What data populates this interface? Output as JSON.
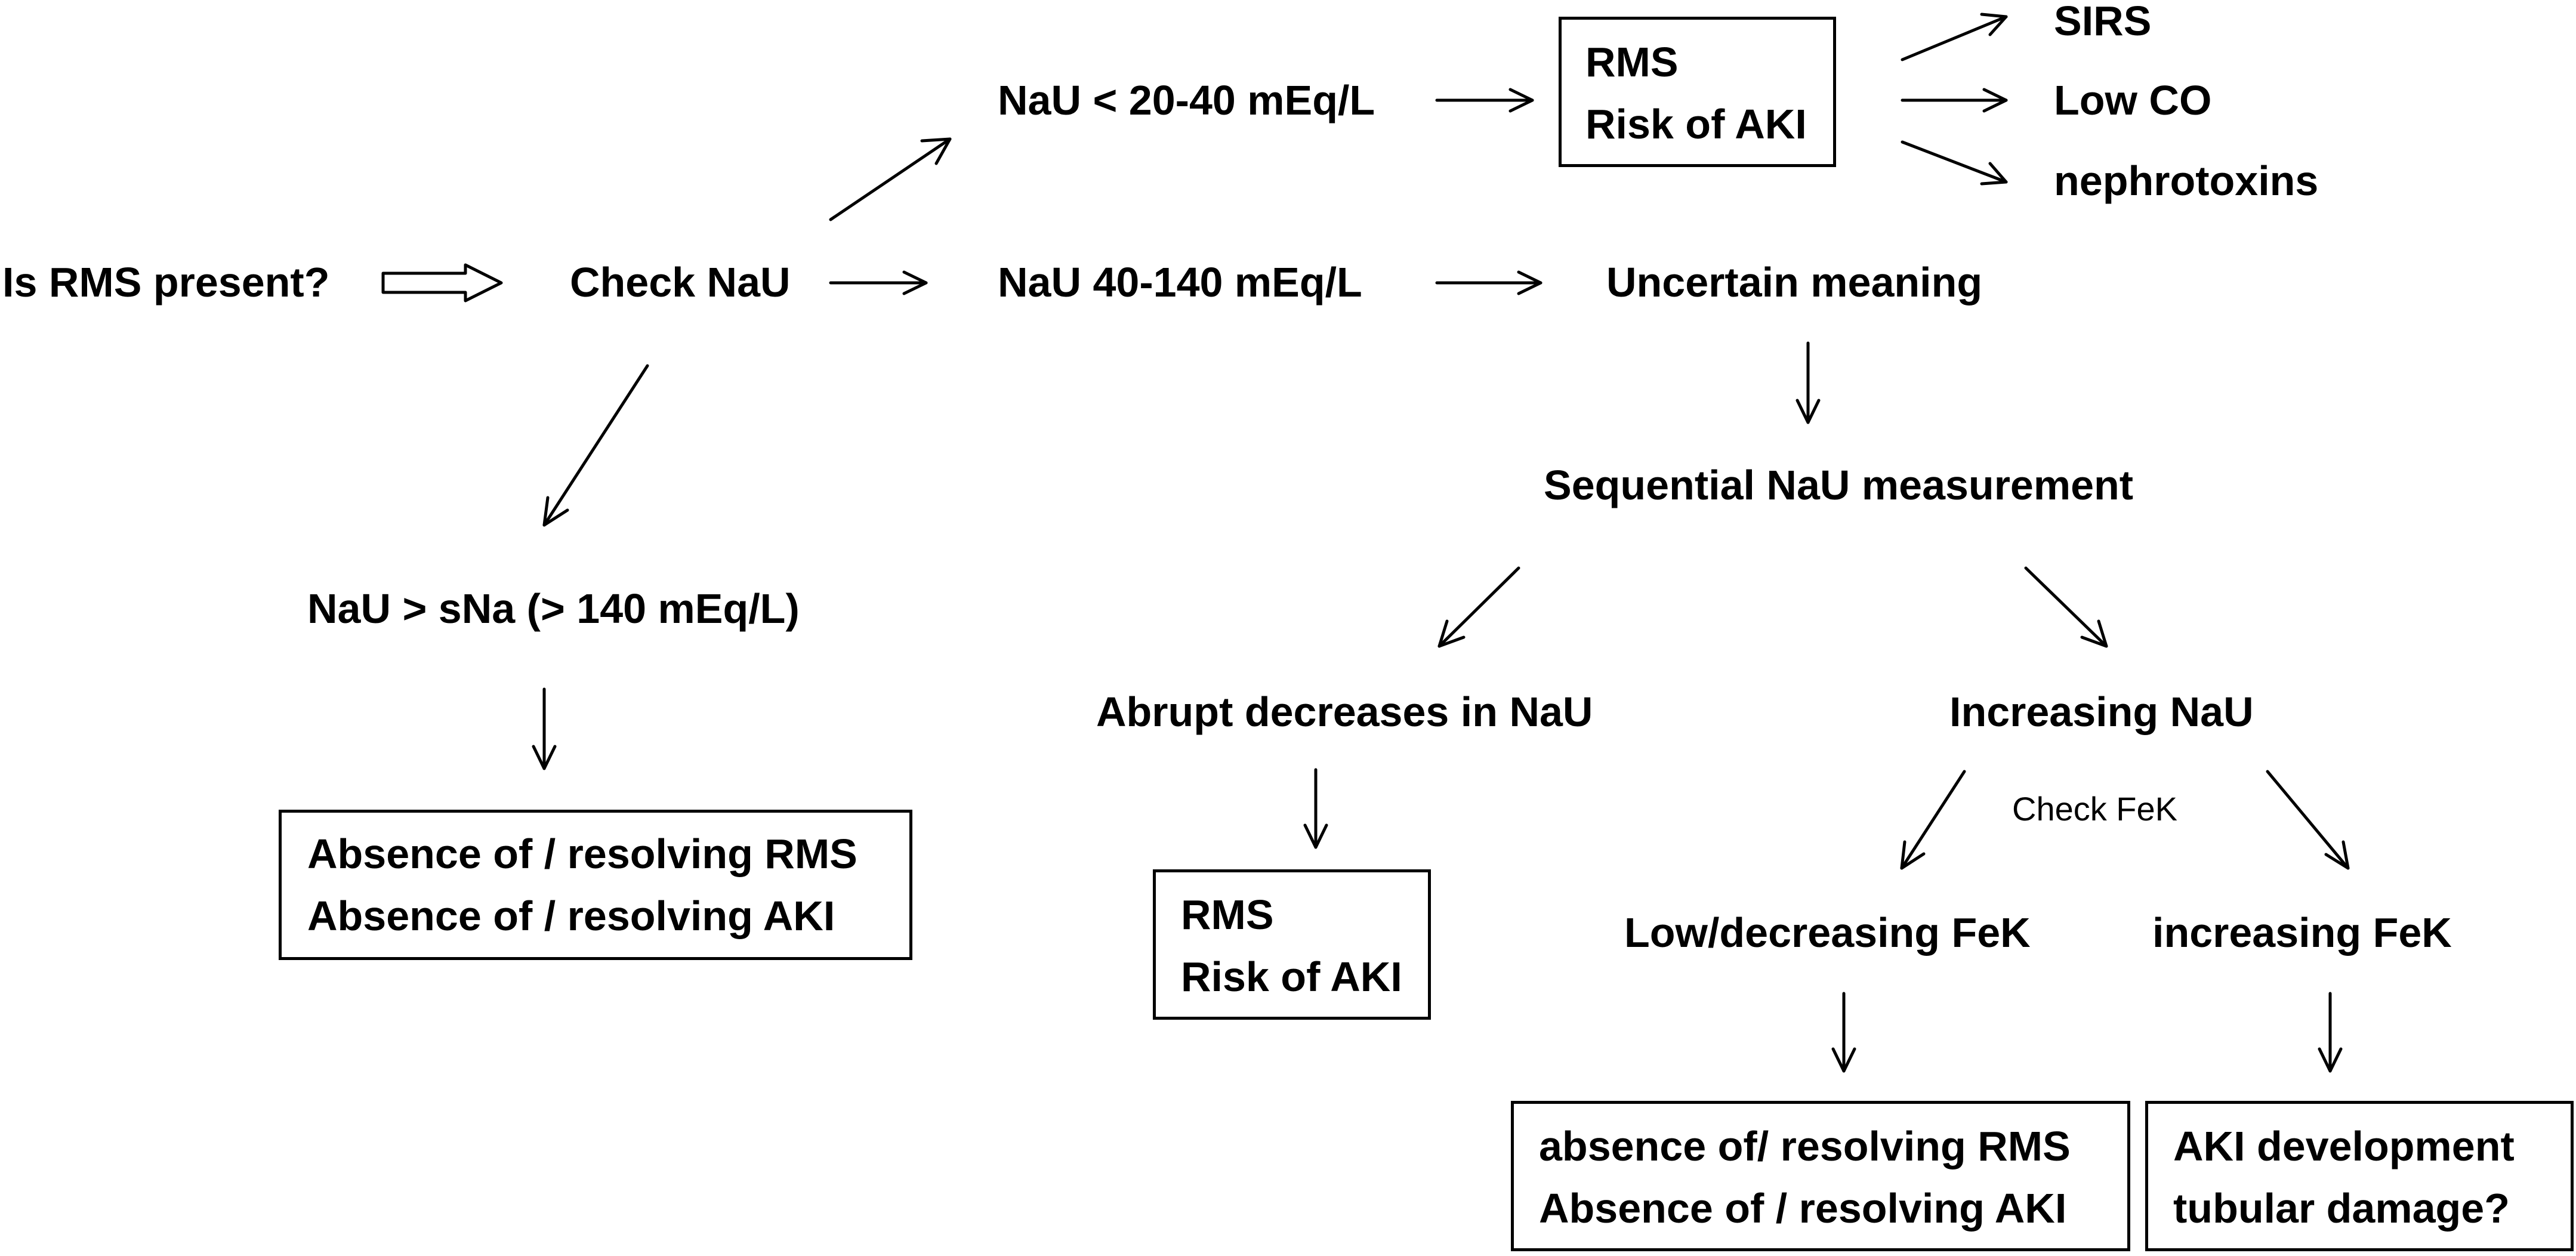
{
  "nodes": {
    "question": "Is RMS present?",
    "check_nau": "Check NaU",
    "nau_low": "NaU < 20-40 mEq/L",
    "nau_mid": "NaU 40-140 mEq/L",
    "nau_high": "NaU > sNa (> 140 mEq/L)",
    "rms_risk_top": {
      "line1": "RMS",
      "line2": "Risk of AKI"
    },
    "sirs": "SIRS",
    "low_co": "Low CO",
    "nephrotoxins": "nephrotoxins",
    "uncertain": "Uncertain meaning",
    "sequential": "Sequential NaU measurement",
    "abrupt": "Abrupt decreases in NaU",
    "increasing_nau": "Increasing  NaU",
    "check_fek": "Check FeK",
    "rms_risk_mid": {
      "line1": "RMS",
      "line2": "Risk of AKI"
    },
    "low_fek": "Low/decreasing  FeK",
    "inc_fek": "increasing  FeK",
    "absence_left": {
      "line1": "Absence of / resolving RMS",
      "line2": "Absence of / resolving AKI"
    },
    "absence_right": {
      "line1": "absence of/ resolving RMS",
      "line2": "Absence of / resolving AKI"
    },
    "aki_dev": {
      "line1": "AKI development",
      "line2": "tubular damage?"
    }
  },
  "edges": [
    {
      "from": "question",
      "to": "check_nau",
      "style": "hollow-arrow"
    },
    {
      "from": "check_nau",
      "to": "nau_low",
      "style": "arrow"
    },
    {
      "from": "check_nau",
      "to": "nau_mid",
      "style": "arrow"
    },
    {
      "from": "check_nau",
      "to": "nau_high",
      "style": "arrow"
    },
    {
      "from": "nau_low",
      "to": "rms_risk_top",
      "style": "arrow"
    },
    {
      "from": "rms_risk_top",
      "to": "sirs",
      "style": "arrow"
    },
    {
      "from": "rms_risk_top",
      "to": "low_co",
      "style": "arrow"
    },
    {
      "from": "rms_risk_top",
      "to": "nephrotoxins",
      "style": "arrow"
    },
    {
      "from": "nau_mid",
      "to": "uncertain",
      "style": "arrow"
    },
    {
      "from": "uncertain",
      "to": "sequential",
      "style": "arrow"
    },
    {
      "from": "sequential",
      "to": "abrupt",
      "style": "arrow"
    },
    {
      "from": "sequential",
      "to": "increasing_nau",
      "style": "arrow"
    },
    {
      "from": "abrupt",
      "to": "rms_risk_mid",
      "style": "arrow"
    },
    {
      "from": "increasing_nau",
      "to": "low_fek",
      "style": "arrow"
    },
    {
      "from": "increasing_nau",
      "to": "inc_fek",
      "style": "arrow"
    },
    {
      "from": "nau_high",
      "to": "absence_left",
      "style": "arrow"
    },
    {
      "from": "low_fek",
      "to": "absence_right",
      "style": "arrow"
    },
    {
      "from": "inc_fek",
      "to": "aki_dev",
      "style": "arrow"
    }
  ]
}
